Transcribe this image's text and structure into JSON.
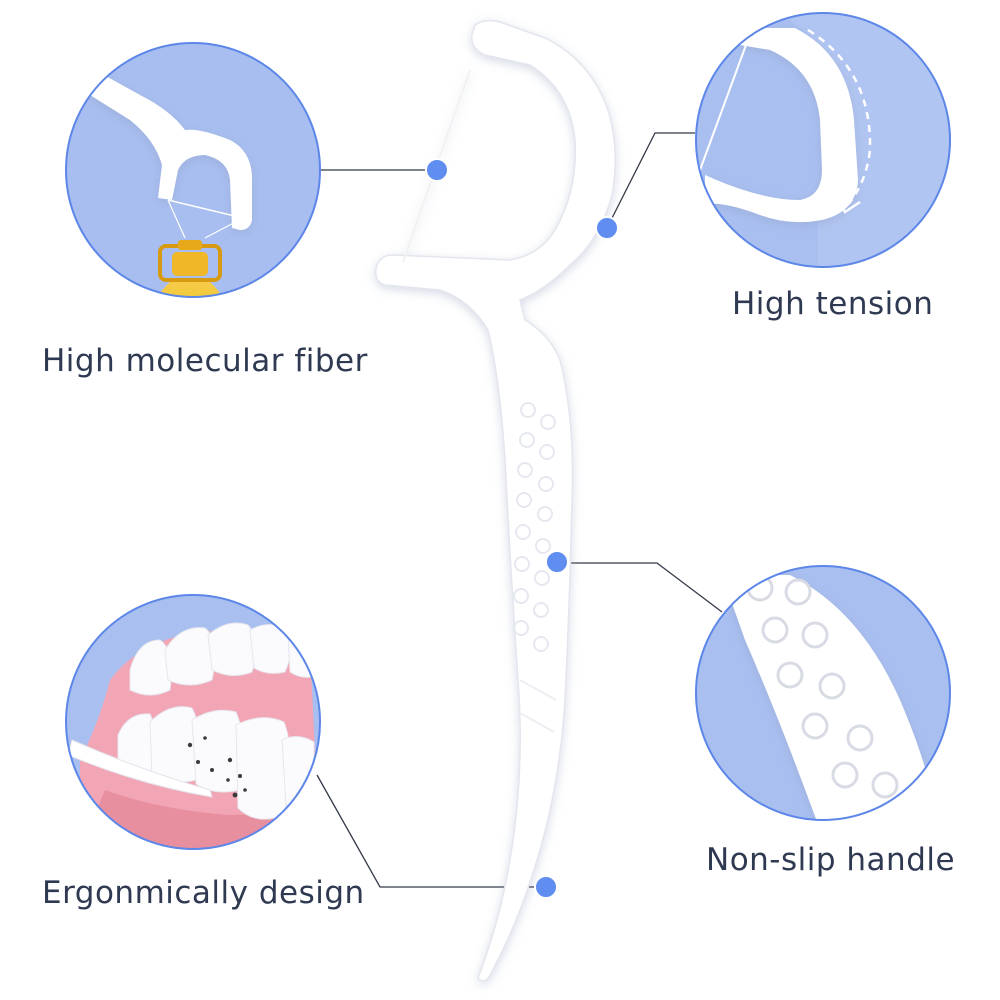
{
  "features": {
    "top_left": {
      "label": "High molecular fiber"
    },
    "top_right": {
      "label": "High tension"
    },
    "bottom_left": {
      "label": "Ergonmically design"
    },
    "bottom_right": {
      "label": "Non-slip handle"
    }
  },
  "colors": {
    "circle_fill": "#a9bff0",
    "circle_border": "#5c86e8",
    "dot": "#5f8df0",
    "label_text": "#2f3a52",
    "pick_white": "#ffffff",
    "gum_pink": "#f2a5b4"
  },
  "icons": {
    "pick": "floss-pick-illustration",
    "bottle": "oil-bottle-illustration",
    "teeth": "teeth-illustration"
  }
}
